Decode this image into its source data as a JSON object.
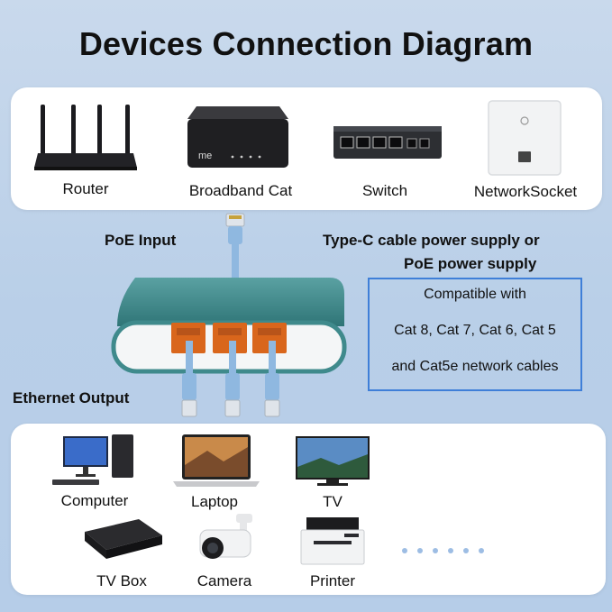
{
  "title": "Devices Connection Diagram",
  "top_devices": [
    {
      "label": "Router",
      "icon": "router-icon"
    },
    {
      "label": "Broadband Cat",
      "icon": "broadband-modem-icon"
    },
    {
      "label": "Switch",
      "icon": "network-switch-icon"
    },
    {
      "label": "NetworkSocket",
      "icon": "network-socket-icon"
    }
  ],
  "poe_input_label": "PoE Input",
  "power_supply": {
    "line1": "Type-C cable power supply or",
    "line2": "PoE power supply"
  },
  "compat": {
    "line1": "Compatible with",
    "line2": "Cat 8, Cat 7, Cat 6, Cat 5",
    "line3": "and Cat5e network cables"
  },
  "ethernet_output_label": "Ethernet Output",
  "bottom_devices": [
    {
      "label": "Computer",
      "icon": "computer-icon"
    },
    {
      "label": "Laptop",
      "icon": "laptop-icon"
    },
    {
      "label": "TV",
      "icon": "tv-icon"
    },
    {
      "label": "TV Box",
      "icon": "tv-box-icon"
    },
    {
      "label": "Camera",
      "icon": "security-camera-icon"
    },
    {
      "label": "Printer",
      "icon": "printer-icon"
    }
  ],
  "colors": {
    "background": "#c0d4ea",
    "box_border": "#3f7fd8",
    "device_body": "#3f8a8c",
    "cable": "#8fb8e0",
    "rj45_port": "#d9661c"
  }
}
